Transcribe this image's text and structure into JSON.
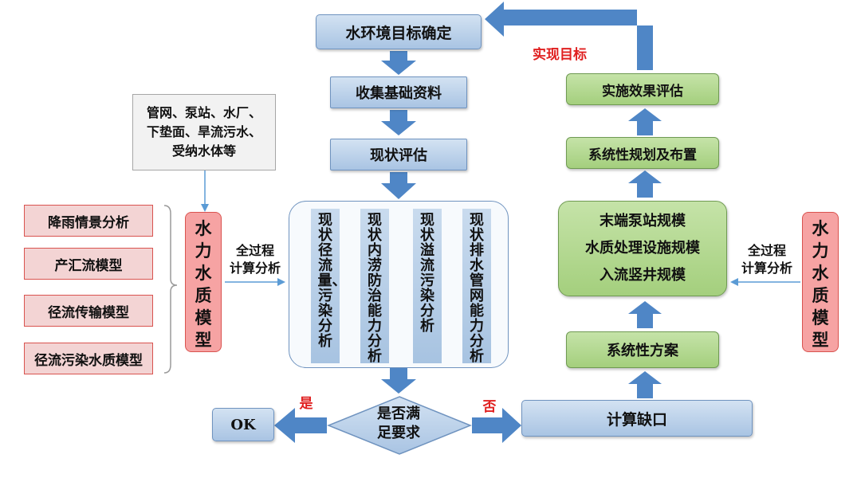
{
  "nodes": {
    "goal": "水环境目标确定",
    "collect": "收集基础资料",
    "assess": "现状评估",
    "data_note": [
      "管网、泵站、水厂、",
      "下垫面、旱流污水、",
      "受纳水体等"
    ],
    "model_left": "水力水质模型",
    "model_right": "水力水质模型",
    "calc_left": [
      "全过程",
      "计算分析"
    ],
    "calc_right": [
      "全过程",
      "计算分析"
    ],
    "analysis_columns": [
      "现状径流量、污染分析",
      "现状内涝防治能力分析",
      "现状溢流污染分析",
      "现状排水管网能力分析"
    ],
    "decision": [
      "是否满",
      "足要求"
    ],
    "yes": "是",
    "no": "否",
    "ok": "OK",
    "gap": "计算缺口",
    "system_plan": "系统性方案",
    "scale": [
      "末端泵站规模",
      "水质处理设施规模",
      "入流竖井规模"
    ],
    "layout": "系统性规划及布置",
    "evaluate": "实施效果评估",
    "achieve": "实现目标"
  },
  "sub_models": [
    "降雨情景分析",
    "产汇流模型",
    "径流传输模型",
    "径流污染水质模型"
  ],
  "colors": {
    "blue_fill": "#a9c4e3",
    "green_fill": "#a4cf7d",
    "arrow_blue": "#4f86c6",
    "pink_border": "#d9534f",
    "label_red": "#e02020"
  }
}
